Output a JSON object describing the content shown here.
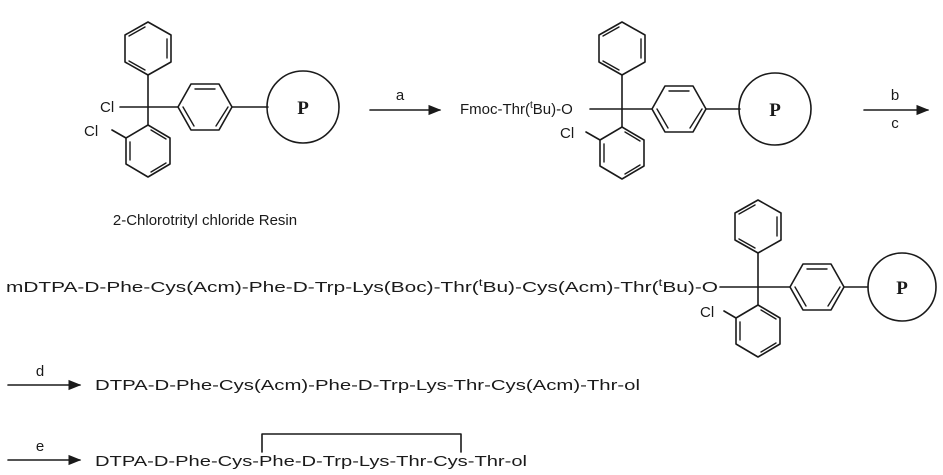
{
  "resin": {
    "caption": "2-Chlorotrityl chloride Resin",
    "cl_atom": "Cl",
    "support": "P"
  },
  "steps": {
    "a": "a",
    "b": "b",
    "c": "c",
    "d": "d",
    "e": "e"
  },
  "atoms": {
    "oxygen": "O",
    "chlorine": "Cl"
  },
  "intermediate1": {
    "prefix": "Fmoc-Thr(",
    "tbu": "t",
    "suffix": "Bu)-"
  },
  "intermediate2": {
    "part1": "mDTPA-D-Phe-Cys(Acm)-Phe-D-Trp-Lys(Boc)-Thr(",
    "tbu": "t",
    "part2": "Bu)-Cys(Acm)-Thr(",
    "part3": "Bu)-"
  },
  "product_d": "DTPA-D-Phe-Cys(Acm)-Phe-D-Trp-Lys-Thr-Cys(Acm)-Thr-ol",
  "product_e": "DTPA-D-Phe-Cys-Phe-D-Trp-Lys-Thr-Cys-Thr-ol"
}
